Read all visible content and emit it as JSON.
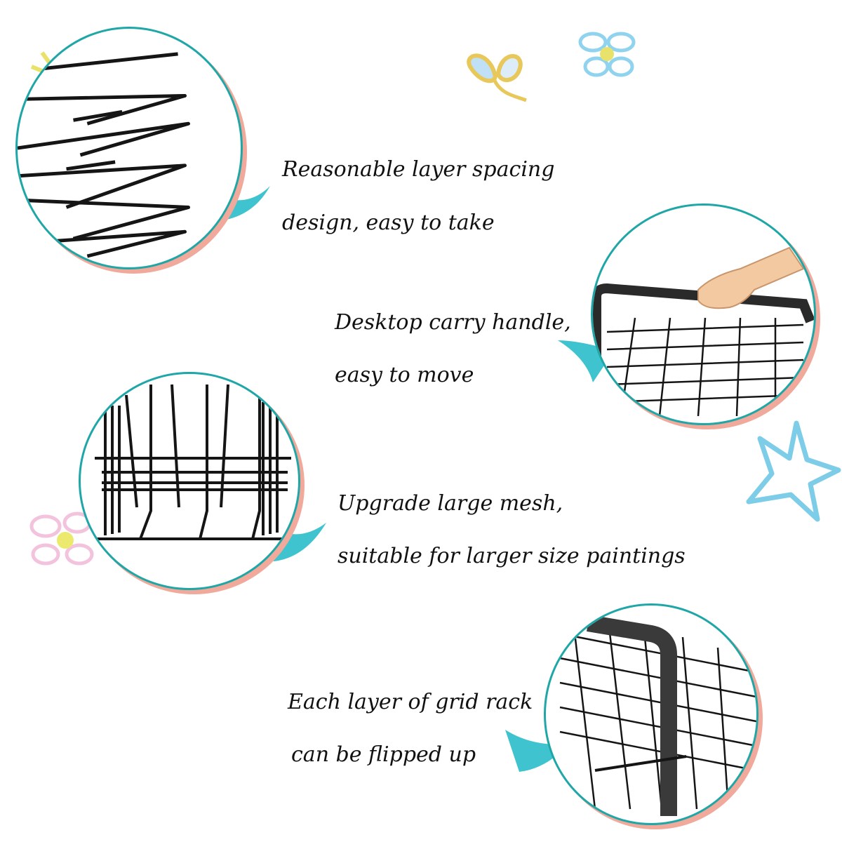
{
  "features": [
    {
      "line1": "Reasonable layer spacing",
      "line2": "design, easy to take"
    },
    {
      "line1": "Desktop carry handle,",
      "line2": "easy to move"
    },
    {
      "line1": "Upgrade large mesh,",
      "line2": "suitable for larger size paintings"
    },
    {
      "line1": "Each layer of grid rack",
      "line2": "can be flipped up"
    }
  ],
  "colors": {
    "circle_border": "#1fa6a6",
    "circle_shadow": "#f0a99a",
    "tail": "#3fc4cf",
    "wire": "#151515"
  },
  "icons": [
    "flower-doodle-icon",
    "butterfly-doodle-icon",
    "star-doodle-icon"
  ]
}
